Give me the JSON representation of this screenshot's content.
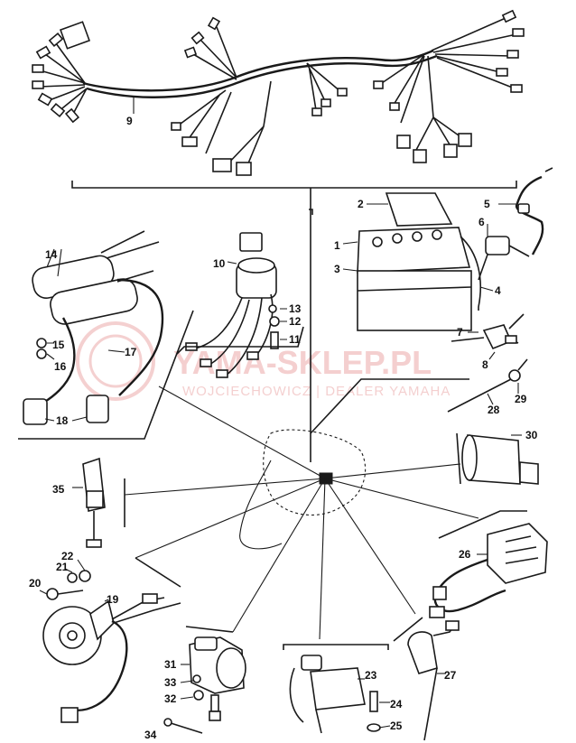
{
  "watermark": {
    "title": "YAMA-SKLEP.PL",
    "subtitle": "WOJCIECHOWICZ | DEALER YAMAHA",
    "color": "#e07878"
  },
  "callouts": [
    {
      "id": "c1",
      "label": "1"
    },
    {
      "id": "c2",
      "label": "2"
    },
    {
      "id": "c3",
      "label": "3"
    },
    {
      "id": "c4",
      "label": "4"
    },
    {
      "id": "c5",
      "label": "5"
    },
    {
      "id": "c6",
      "label": "6"
    },
    {
      "id": "c7",
      "label": "7"
    },
    {
      "id": "c8",
      "label": "8"
    },
    {
      "id": "c9",
      "label": "9"
    },
    {
      "id": "c10",
      "label": "10"
    },
    {
      "id": "c11",
      "label": "11"
    },
    {
      "id": "c12",
      "label": "12"
    },
    {
      "id": "c13",
      "label": "13"
    },
    {
      "id": "c14",
      "label": "14"
    },
    {
      "id": "c15",
      "label": "15"
    },
    {
      "id": "c16",
      "label": "16"
    },
    {
      "id": "c17",
      "label": "17"
    },
    {
      "id": "c18",
      "label": "18"
    },
    {
      "id": "c19",
      "label": "19"
    },
    {
      "id": "c20",
      "label": "20"
    },
    {
      "id": "c21",
      "label": "21"
    },
    {
      "id": "c22",
      "label": "22"
    },
    {
      "id": "c23",
      "label": "23"
    },
    {
      "id": "c24",
      "label": "24"
    },
    {
      "id": "c25",
      "label": "25"
    },
    {
      "id": "c26",
      "label": "26"
    },
    {
      "id": "c27",
      "label": "27"
    },
    {
      "id": "c28",
      "label": "28"
    },
    {
      "id": "c29",
      "label": "29"
    },
    {
      "id": "c30",
      "label": "30"
    },
    {
      "id": "c31",
      "label": "31"
    },
    {
      "id": "c32",
      "label": "32"
    },
    {
      "id": "c33",
      "label": "33"
    },
    {
      "id": "c34",
      "label": "34"
    },
    {
      "id": "c35",
      "label": "35"
    }
  ]
}
